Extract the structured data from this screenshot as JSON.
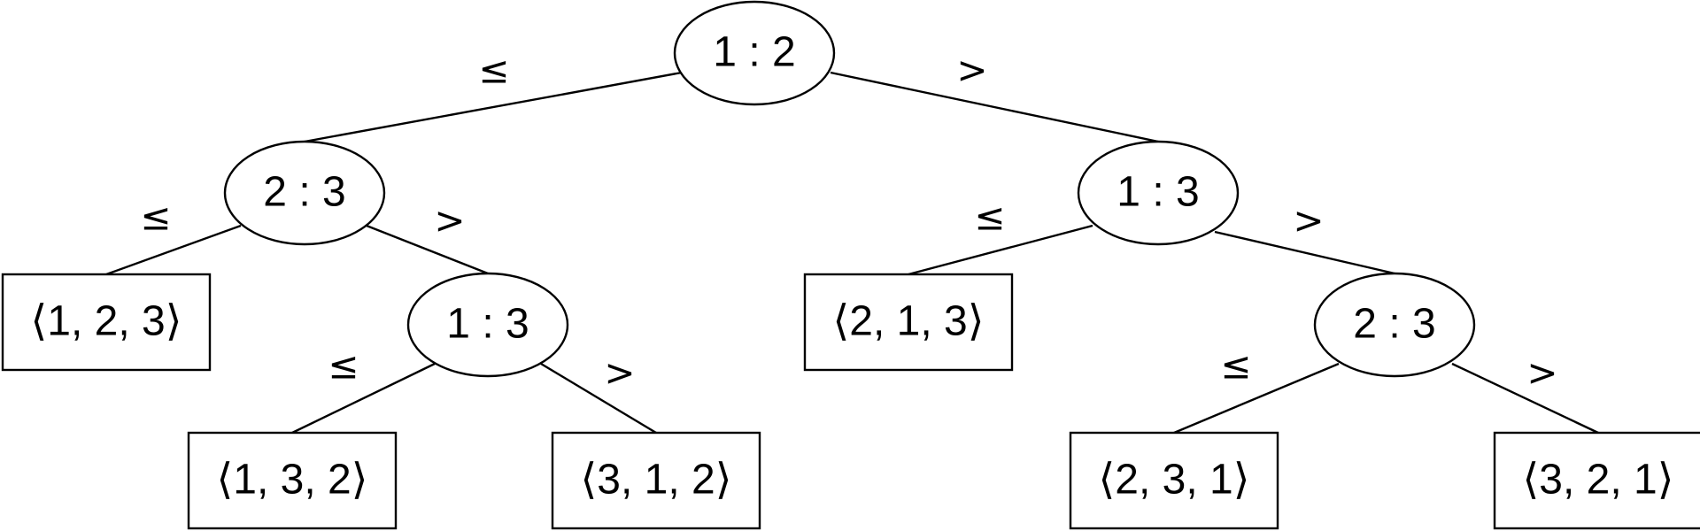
{
  "colors": {
    "stroke": "#000000",
    "background": "#ffffff"
  },
  "tree": {
    "nodes": [
      {
        "id": "n12",
        "kind": "comparison",
        "label": "1 : 2"
      },
      {
        "id": "n23a",
        "kind": "comparison",
        "label": "2 : 3"
      },
      {
        "id": "n13a",
        "kind": "comparison",
        "label": "1 : 3"
      },
      {
        "id": "n13b",
        "kind": "comparison",
        "label": "1 : 3"
      },
      {
        "id": "n23b",
        "kind": "comparison",
        "label": "2 : 3"
      },
      {
        "id": "l123",
        "kind": "leaf",
        "label": "⟨1, 2, 3⟩"
      },
      {
        "id": "l132",
        "kind": "leaf",
        "label": "⟨1, 3, 2⟩"
      },
      {
        "id": "l312",
        "kind": "leaf",
        "label": "⟨3, 1, 2⟩"
      },
      {
        "id": "l213",
        "kind": "leaf",
        "label": "⟨2, 1, 3⟩"
      },
      {
        "id": "l231",
        "kind": "leaf",
        "label": "⟨2, 3, 1⟩"
      },
      {
        "id": "l321",
        "kind": "leaf",
        "label": "⟨3, 2, 1⟩"
      }
    ],
    "edges": [
      {
        "from": "n12",
        "to": "n23a",
        "label": "≤"
      },
      {
        "from": "n12",
        "to": "n13b",
        "label": ">"
      },
      {
        "from": "n23a",
        "to": "l123",
        "label": "≤"
      },
      {
        "from": "n23a",
        "to": "n13a",
        "label": ">"
      },
      {
        "from": "n13a",
        "to": "l132",
        "label": "≤"
      },
      {
        "from": "n13a",
        "to": "l312",
        "label": ">"
      },
      {
        "from": "n13b",
        "to": "l213",
        "label": "≤"
      },
      {
        "from": "n13b",
        "to": "n23b",
        "label": ">"
      },
      {
        "from": "n23b",
        "to": "l231",
        "label": "≤"
      },
      {
        "from": "n23b",
        "to": "l321",
        "label": ">"
      }
    ]
  }
}
